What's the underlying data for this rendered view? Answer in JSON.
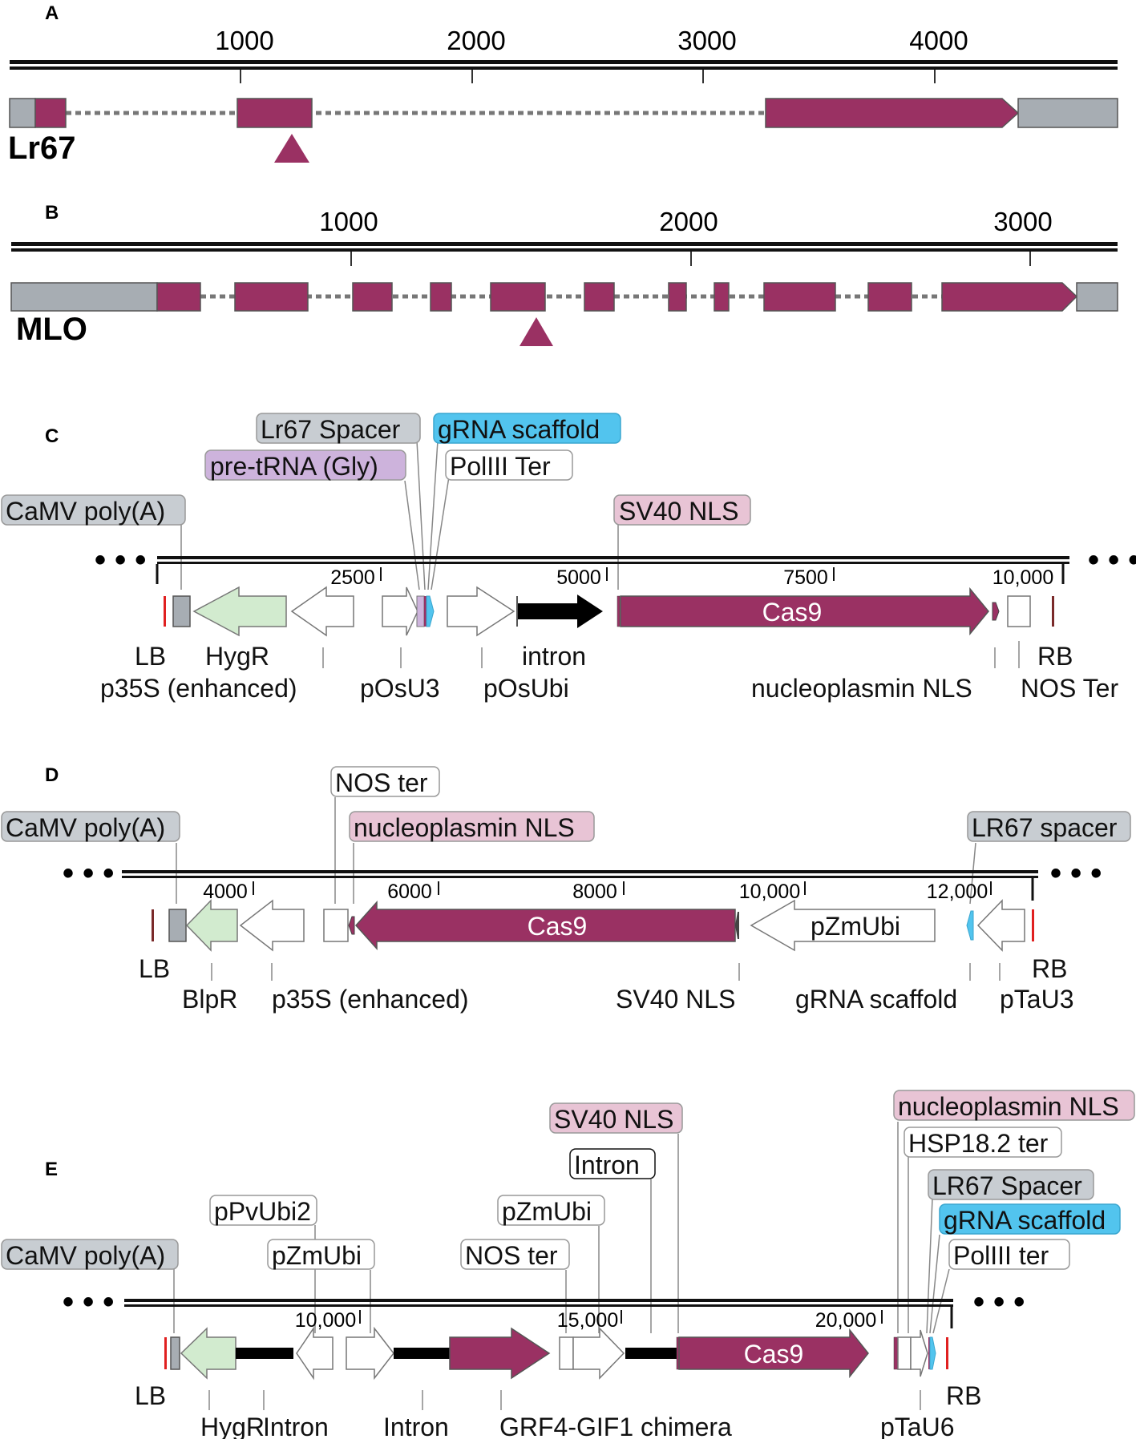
{
  "colors": {
    "exon": "#9a3163",
    "utr": "#a7adb3",
    "marker": "#9a3163",
    "resistance": "#d2ebcf",
    "spacer_box": "#c8cdd2",
    "trna_box": "#cdb3dc",
    "scaffold_box": "#52c4ee",
    "nls_box": "#e8c4d5",
    "border_red": "#e02020",
    "border_dark": "#7a2a2a"
  },
  "panels": {
    "A": {
      "letter": "A",
      "gene": "Lr67",
      "ticks": [
        "1000",
        "2000",
        "3000",
        "4000"
      ]
    },
    "B": {
      "letter": "B",
      "gene": "MLO",
      "ticks": [
        "1000",
        "2000",
        "3000"
      ]
    },
    "C": {
      "letter": "C",
      "ticks": [
        "2500",
        "5000",
        "7500",
        "10,000"
      ],
      "ellipsis": "• • •",
      "labels": {
        "camv": "CaMV poly(A)",
        "pretrna": "pre-tRNA (Gly)",
        "spacer": "Lr67 Spacer",
        "scaffold": "gRNA scaffold",
        "polterm": "PolIII Ter",
        "sv40": "SV40 NLS",
        "cas9": "Cas9",
        "lb": "LB",
        "hygr": "HygR",
        "p35s": "p35S (enhanced)",
        "posu3": "pOsU3",
        "intron": "intron",
        "posubi": "pOsUbi",
        "rb": "RB",
        "nucleoplasmin": "nucleoplasmin NLS",
        "nos": "NOS Ter"
      }
    },
    "D": {
      "letter": "D",
      "ticks": [
        "4000",
        "6000",
        "8000",
        "10,000",
        "12,000"
      ],
      "ellipsis": "• • •",
      "labels": {
        "camv": "CaMV poly(A)",
        "nos": "NOS ter",
        "nucleoplasmin": "nucleoplasmin NLS",
        "spacer": "LR67 spacer",
        "cas9": "Cas9",
        "pzmubi": "pZmUbi",
        "lb": "LB",
        "blpr": "BlpR",
        "p35s": "p35S (enhanced)",
        "sv40": "SV40 NLS",
        "scaffold": "gRNA scaffold",
        "rb": "RB",
        "ptau3": "pTaU3"
      }
    },
    "E": {
      "letter": "E",
      "ticks": [
        "10,000",
        "15,000",
        "20,000"
      ],
      "ellipsis": "• • •",
      "labels": {
        "camv": "CaMV poly(A)",
        "ppvubi2": "pPvUbi2",
        "pzmubi1": "pZmUbi",
        "nos": "NOS ter",
        "pzmubi2": "pZmUbi",
        "intron_box": "Intron",
        "sv40": "SV40 NLS",
        "nucleoplasmin": "nucleoplasmin NLS",
        "hsp": "HSP18.2 ter",
        "spacer": "LR67 Spacer",
        "scaffold": "gRNA scaffold",
        "polterm": "PolIII ter",
        "cas9": "Cas9",
        "lb": "LB",
        "hygr": "HygR",
        "intron1": "Intron",
        "intron2": "Intron",
        "grf": "GRF4-GIF1 chimera",
        "ptau6": "pTaU6",
        "rb": "RB"
      }
    }
  }
}
